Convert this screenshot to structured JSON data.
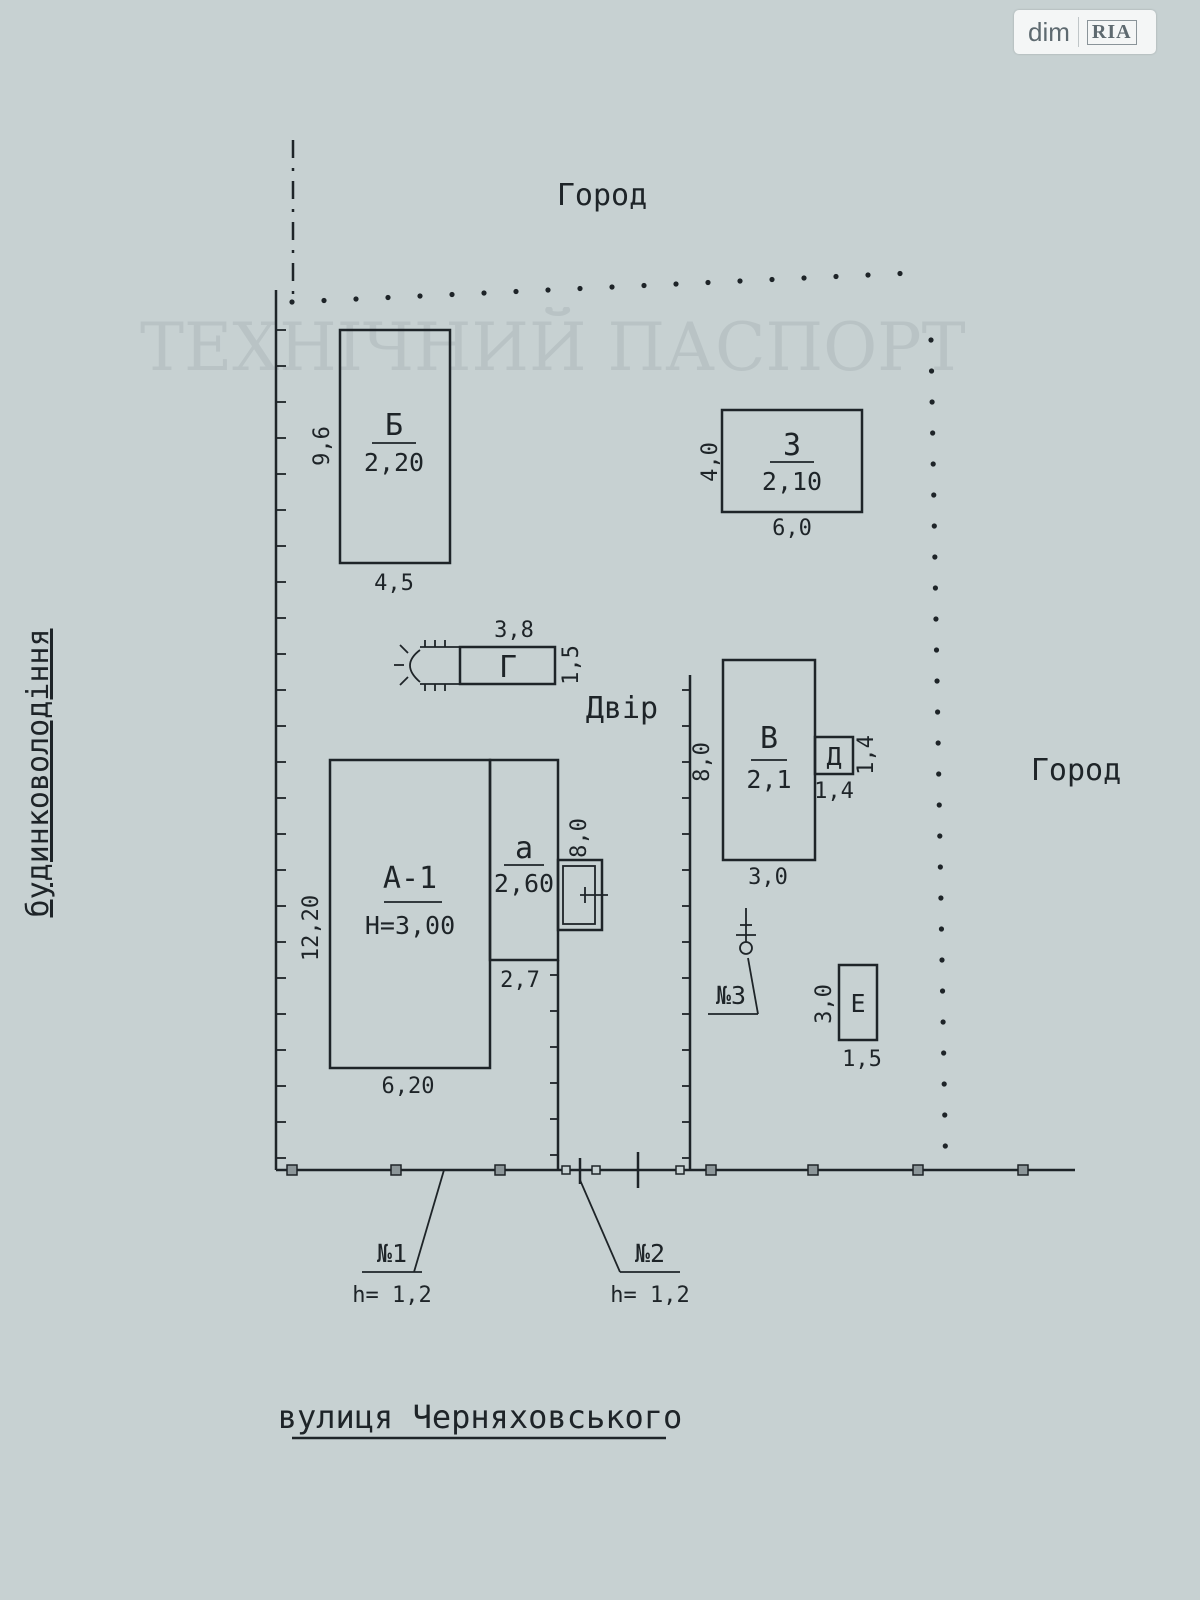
{
  "watermark": {
    "brand_left": "dim",
    "brand_right": "RIA"
  },
  "labels": {
    "top_area": "Город",
    "right_area": "Город",
    "yard": "Двір",
    "left_side": "будинковолодіння",
    "street": "вулиця Черняховського"
  },
  "buildings": [
    {
      "id": "B-shed",
      "name": "Б",
      "height": "2,20",
      "dim_side": "9,6",
      "dim_bottom": "4,5"
    },
    {
      "id": "Z-shed",
      "name": "З",
      "height": "2,10",
      "dim_side": "4,0",
      "dim_bottom": "6,0"
    },
    {
      "id": "H-shed",
      "name": "Г",
      "dim_top": "3,8",
      "dim_side": "1,5"
    },
    {
      "id": "A-house",
      "name": "А-1",
      "height": "Н=3,00",
      "dim_side": "12,20",
      "dim_bottom": "6,20"
    },
    {
      "id": "a-annex",
      "name": "а",
      "height": "2,60",
      "dim_side": "8,0",
      "dim_bottom": "2,7"
    },
    {
      "id": "V-shed",
      "name": "В",
      "height": "2,1",
      "dim_side": "8,0",
      "dim_bottom": "3,0"
    },
    {
      "id": "D-shed",
      "name": "Д",
      "dim_side": "1,4",
      "dim_bottom": "1,4"
    },
    {
      "id": "E-shed",
      "name": "Е",
      "dim_side": "3,0",
      "dim_bottom": "1,5"
    }
  ],
  "fences": [
    {
      "num": "№1",
      "h": "h= 1,2"
    },
    {
      "num": "№2",
      "h": "h= 1,2"
    },
    {
      "num": "№3"
    }
  ],
  "background_text": [
    "ТЕХНІЧНИЙ ПАСПОРТ"
  ]
}
